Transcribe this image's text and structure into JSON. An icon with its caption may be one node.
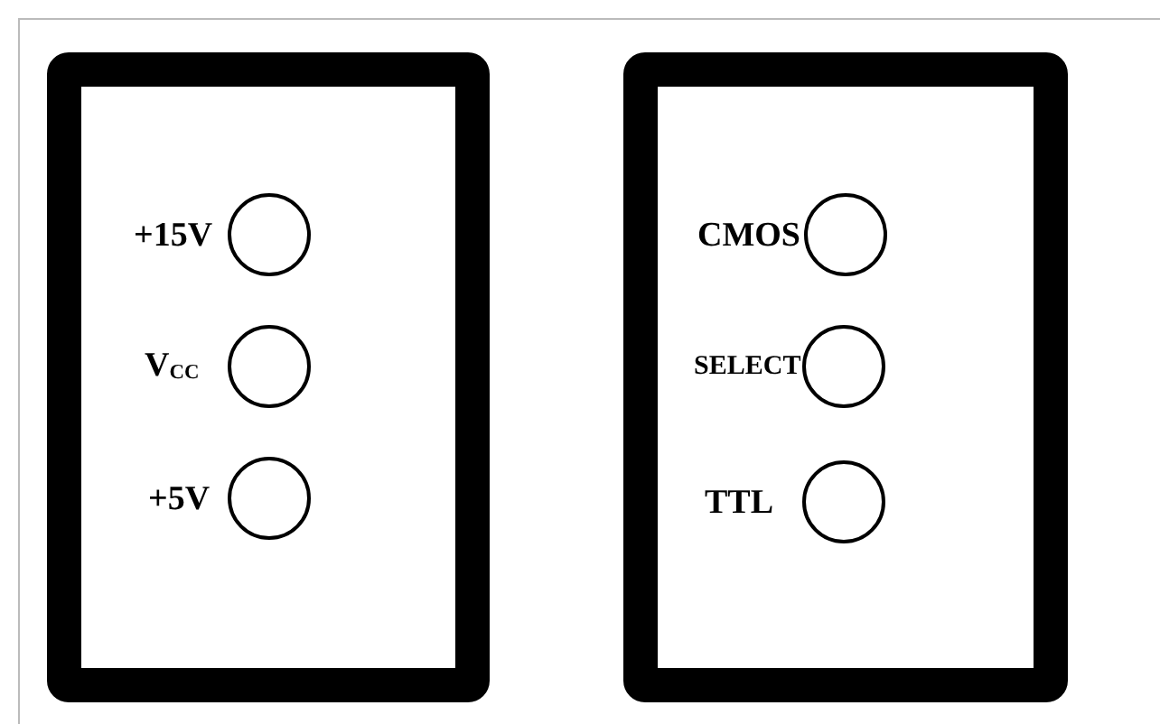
{
  "diagram": {
    "nodes": [
      {
        "text": [],
        "shape": "box"
      },
      {
        "text": [],
        "shape": "circle",
        "in": 0,
        "beside": [
          "+15V"
        ]
      },
      {
        "text": [],
        "shape": "circle",
        "in": 0,
        "beside": [
          "V$_{CC}$"
        ]
      },
      {
        "text": [],
        "shape": "circle",
        "in": 0,
        "beside": [
          "+5V"
        ]
      },
      {
        "text": [],
        "shape": "box"
      },
      {
        "text": [],
        "shape": "circle",
        "in": 4,
        "beside": [
          "CMOS"
        ]
      },
      {
        "text": [],
        "shape": "circle",
        "in": 4,
        "beside": [
          "SELECT"
        ]
      },
      {
        "text": [],
        "shape": "circle",
        "in": 4,
        "beside": [
          "TTL"
        ]
      }
    ]
  }
}
